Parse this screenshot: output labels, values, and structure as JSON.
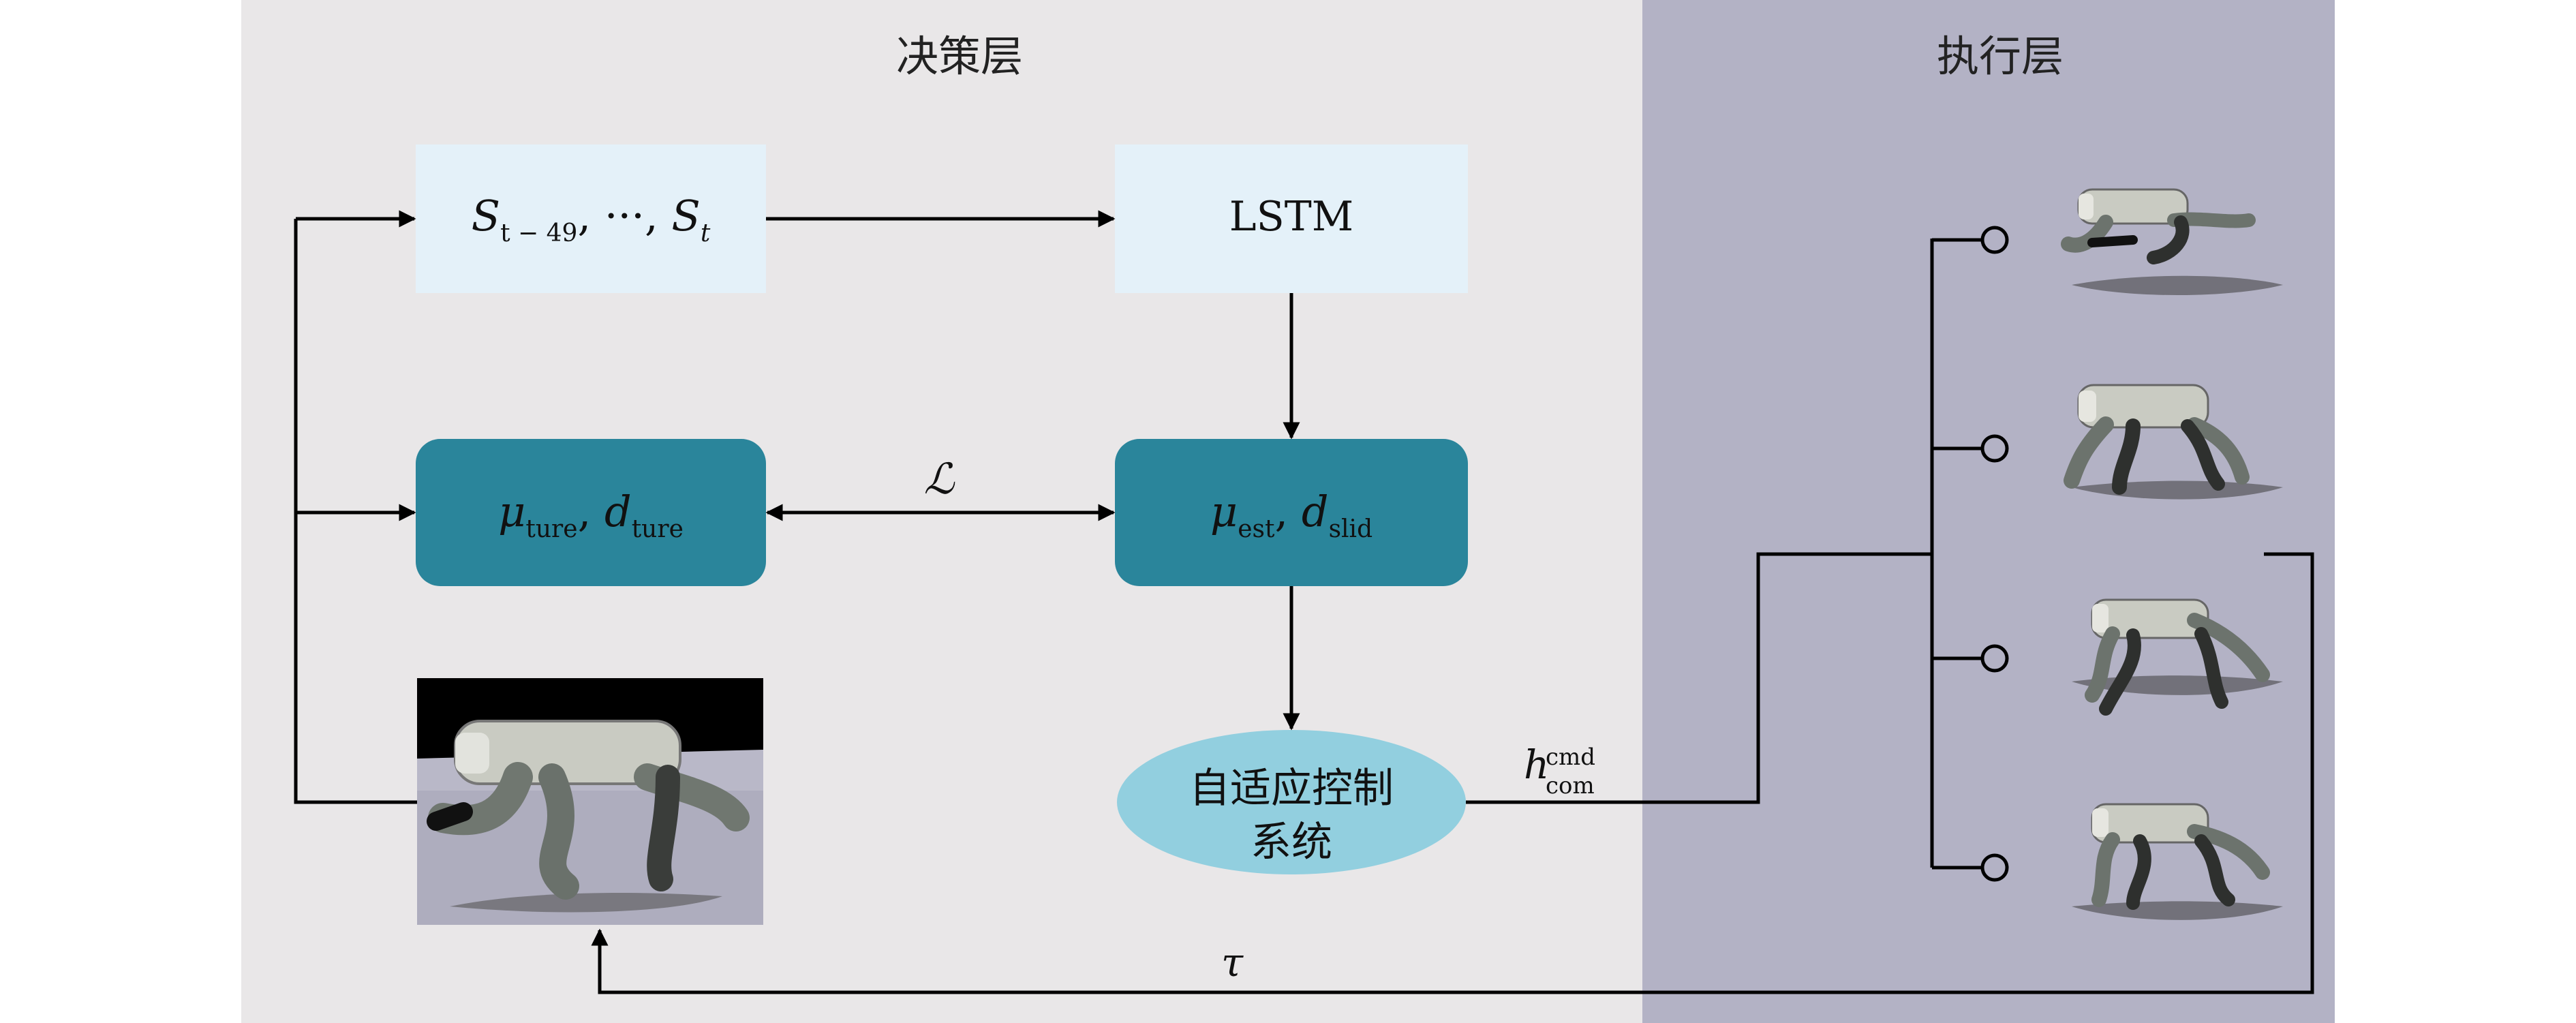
{
  "regions": {
    "decision_label": "决策层",
    "execution_label": "执行层"
  },
  "nodes": {
    "state_seq": {
      "s1": "S",
      "s1_sub": "t − 49",
      "sep": ", ···, ",
      "s2": "S",
      "s2_sub": "t"
    },
    "lstm": "LSTM",
    "true_params": {
      "mu": "μ",
      "mu_sub": "ture",
      "comma": ", ",
      "d": "d",
      "d_sub": "ture"
    },
    "est_params": {
      "mu": "μ",
      "mu_sub": "est",
      "comma": ", ",
      "d": "d",
      "d_sub": "slid"
    },
    "adaptive_control": {
      "line1": "自适应控制",
      "line2": "系统"
    }
  },
  "edge_labels": {
    "loss": "ℒ",
    "h_base": "h",
    "h_sup": "cmd",
    "h_sub": "com",
    "tau": "τ"
  },
  "colors": {
    "decision_bg": "#e9e7e8",
    "execution_bg": "#b3b2c5",
    "light_box": "#e4f1f9",
    "teal_box": "#2a859b",
    "ellipse": "#92cfdf",
    "line": "#000000"
  }
}
